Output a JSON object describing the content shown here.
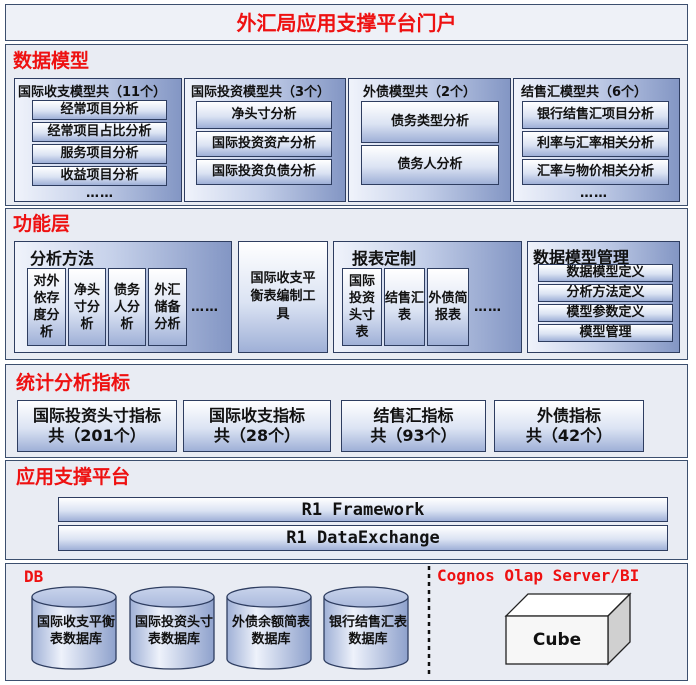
{
  "portal_title": "外汇局应用支撑平台门户",
  "data_model": {
    "title": "数据模型",
    "groups": [
      {
        "title": "国际收支模型共（11个）",
        "items": [
          "经常项目分析",
          "经常项目占比分析",
          "服务项目分析",
          "收益项目分析"
        ],
        "more": "……"
      },
      {
        "title": "国际投资模型共（3个）",
        "items": [
          "净头寸分析",
          "国际投资资产分析",
          "国际投资负债分析"
        ]
      },
      {
        "title": "外债模型共（2个）",
        "items": [
          "债务类型分析",
          "债务人分析"
        ]
      },
      {
        "title": "结售汇模型共（6个）",
        "items": [
          "银行结售汇项目分析",
          "利率与汇率相关分析",
          "汇率与物价相关分析"
        ],
        "more": "……"
      }
    ]
  },
  "function_layer": {
    "title": "功能层",
    "analysis": {
      "title": "分析方法",
      "items": [
        "对外依存度分析",
        "净头寸分析",
        "债务人分析",
        "外汇储备分析"
      ],
      "more": "……"
    },
    "bop_tool": "国际收支平衡表编制工具",
    "report": {
      "title": "报表定制",
      "items": [
        "国际投资头寸表",
        "结售汇表",
        "外债简报表"
      ],
      "more": "……"
    },
    "model_mgmt": {
      "title": "数据模型管理",
      "items": [
        "数据模型定义",
        "分析方法定义",
        "模型参数定义",
        "模型管理"
      ]
    }
  },
  "statistics": {
    "title": "统计分析指标",
    "items": [
      {
        "name": "国际投资头寸指标",
        "count": "共（201个）"
      },
      {
        "name": "国际收支指标",
        "count": "共（28个）"
      },
      {
        "name": "结售汇指标",
        "count": "共（93个）"
      },
      {
        "name": "外债指标",
        "count": "共（42个）"
      }
    ]
  },
  "platform": {
    "title": "应用支撑平台",
    "framework": "R1 Framework",
    "exchange": "R1 DataExchange"
  },
  "db": {
    "title": "DB",
    "databases": [
      "国际收支平衡表数据库",
      "国际投资头寸表数据库",
      "外债余额简表数据库",
      "银行结售汇表数据库"
    ]
  },
  "olap": {
    "title": "Cognos Olap Server/BI",
    "cube": "Cube"
  }
}
